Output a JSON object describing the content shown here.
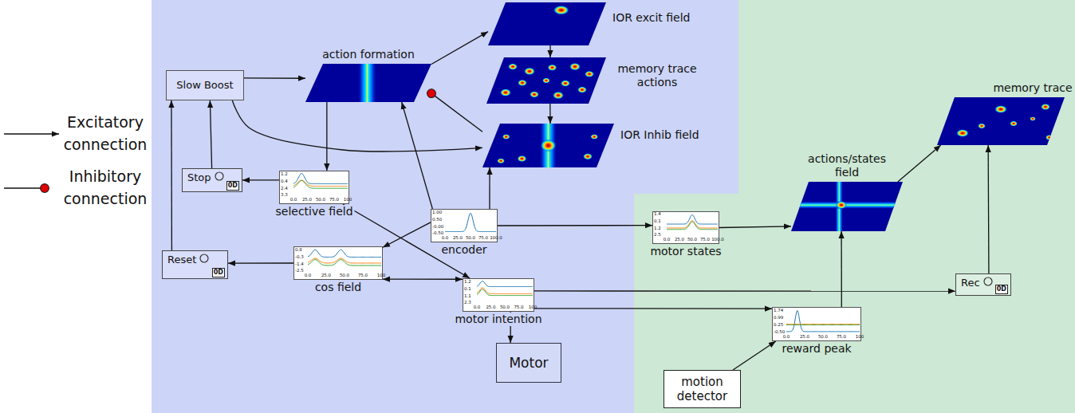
{
  "diagram": {
    "nodes": [
      {
        "text": [
          "Slow Boost"
        ]
      },
      {
        "text": [
          "action formation"
        ]
      },
      {
        "text": [
          "IOR excit field"
        ]
      },
      {
        "text": [
          "memory trace actions"
        ]
      },
      {
        "text": [
          "IOR Inhib field"
        ]
      },
      {
        "text": [
          "Stop",
          "0D"
        ]
      },
      {
        "text": [
          "selective field",
          "1.2",
          "0.4",
          "2.4",
          "3.3",
          "0.0",
          "25.0",
          "50.0",
          "75.0",
          "100"
        ]
      },
      {
        "text": [
          "Reset",
          "0D"
        ]
      },
      {
        "text": [
          "cos field",
          "0.8",
          "-0.3",
          "-1.4",
          "-2.5",
          "0.0",
          "25.0",
          "50.0",
          "75.0",
          "100"
        ]
      },
      {
        "text": [
          "encoder",
          "1.00",
          "0.50",
          "-0.00",
          "-0.50",
          "0.0",
          "25.0",
          "50.0",
          "75.0",
          "100.0"
        ]
      },
      {
        "text": [
          "motor intention",
          "1.2",
          "0.1",
          "1.1",
          "2.3",
          "0.0",
          "25.0",
          "50.0",
          "75.0",
          "100"
        ]
      },
      {
        "text": [
          "Motor"
        ]
      },
      {
        "text": [
          "motor states",
          "1.4",
          "0.1",
          "1.2",
          "2.5",
          "0.0",
          "25.0",
          "50.0",
          "75.0",
          "100.0"
        ]
      },
      {
        "text": [
          "actions/states field"
        ]
      },
      {
        "text": [
          "memory trace"
        ]
      },
      {
        "text": [
          "Rec",
          "0D"
        ]
      },
      {
        "text": [
          "reward peak",
          "1.74",
          "0.99",
          "0.25",
          "-0.50",
          "0.0",
          "25.0",
          "50.0",
          "75.0",
          "100"
        ]
      },
      {
        "text": [
          "motion detector"
        ]
      }
    ],
    "edges": [
      {
        "from": 0,
        "to": 1,
        "arrow": "to"
      },
      {
        "from": 0,
        "to": 4,
        "arrow": "to"
      },
      {
        "from": 1,
        "to": 2,
        "arrow": "to"
      },
      {
        "from": 4,
        "to": 1,
        "arrow": "to"
      },
      {
        "from": 2,
        "to": 3,
        "arrow": "to"
      },
      {
        "from": 3,
        "to": 4,
        "arrow": "to"
      },
      {
        "from": 1,
        "to": 6,
        "arrow": "to"
      },
      {
        "from": 6,
        "to": 5,
        "arrow": "to"
      },
      {
        "from": 5,
        "to": 0,
        "arrow": "to"
      },
      {
        "from": 7,
        "to": 0,
        "arrow": "to"
      },
      {
        "from": 8,
        "to": 7,
        "arrow": "to"
      },
      {
        "from": 8,
        "to": 10,
        "arrow": "both"
      },
      {
        "from": 6,
        "to": 10,
        "arrow": "to"
      },
      {
        "from": 9,
        "to": 1,
        "arrow": "to"
      },
      {
        "from": 9,
        "to": 4,
        "arrow": "to"
      },
      {
        "from": 9,
        "to": 8,
        "arrow": "to"
      },
      {
        "from": 9,
        "to": 12,
        "arrow": "to"
      },
      {
        "from": 10,
        "to": 11,
        "arrow": "to"
      },
      {
        "from": 10,
        "to": 15,
        "arrow": "to"
      },
      {
        "from": 10,
        "to": 16,
        "arrow": "to"
      },
      {
        "from": 17,
        "to": 16,
        "arrow": "to"
      },
      {
        "from": 16,
        "to": 13,
        "arrow": "to"
      },
      {
        "from": 12,
        "to": 13,
        "arrow": "to"
      },
      {
        "from": 13,
        "to": 14,
        "arrow": "to"
      },
      {
        "from": 15,
        "to": 14,
        "arrow": "to"
      }
    ],
    "legend": [
      {
        "text": "Excitatory connection"
      },
      {
        "text": "Inhibitory connection"
      }
    ]
  }
}
